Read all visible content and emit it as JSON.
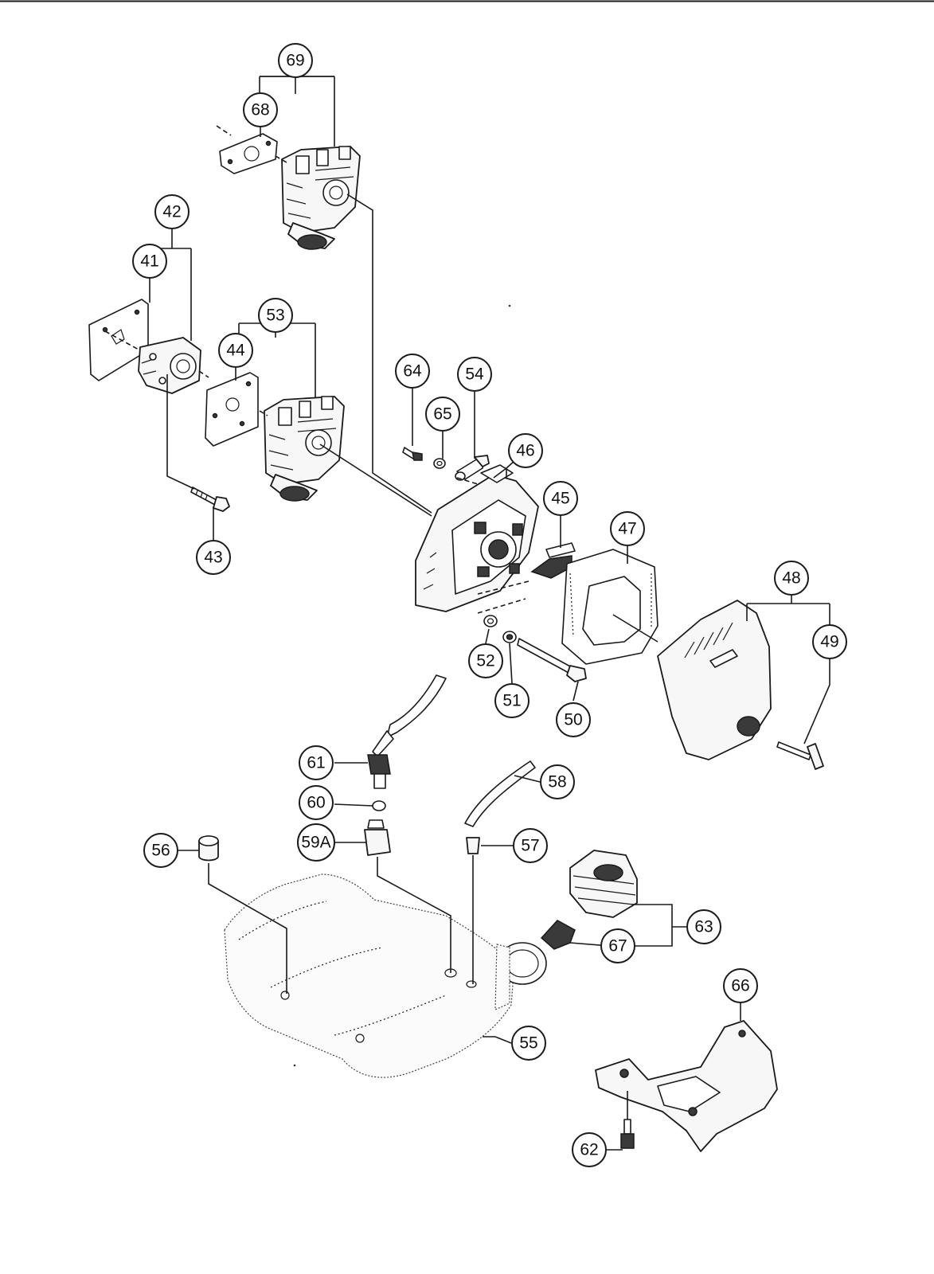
{
  "callouts": [
    {
      "id": "c69",
      "label": "69"
    },
    {
      "id": "c68",
      "label": "68"
    },
    {
      "id": "c42",
      "label": "42"
    },
    {
      "id": "c41",
      "label": "41"
    },
    {
      "id": "c53",
      "label": "53"
    },
    {
      "id": "c44",
      "label": "44"
    },
    {
      "id": "c43",
      "label": "43"
    },
    {
      "id": "c64",
      "label": "64"
    },
    {
      "id": "c54",
      "label": "54"
    },
    {
      "id": "c65",
      "label": "65"
    },
    {
      "id": "c46",
      "label": "46"
    },
    {
      "id": "c45",
      "label": "45"
    },
    {
      "id": "c47",
      "label": "47"
    },
    {
      "id": "c48",
      "label": "48"
    },
    {
      "id": "c49",
      "label": "49"
    },
    {
      "id": "c52",
      "label": "52"
    },
    {
      "id": "c51",
      "label": "51"
    },
    {
      "id": "c50",
      "label": "50"
    },
    {
      "id": "c61",
      "label": "61"
    },
    {
      "id": "c58",
      "label": "58"
    },
    {
      "id": "c60",
      "label": "60"
    },
    {
      "id": "c59A",
      "label": "59A"
    },
    {
      "id": "c57",
      "label": "57"
    },
    {
      "id": "c56",
      "label": "56"
    },
    {
      "id": "c63",
      "label": "63"
    },
    {
      "id": "c67",
      "label": "67"
    },
    {
      "id": "c66",
      "label": "66"
    },
    {
      "id": "c55",
      "label": "55"
    },
    {
      "id": "c62",
      "label": "62"
    }
  ]
}
